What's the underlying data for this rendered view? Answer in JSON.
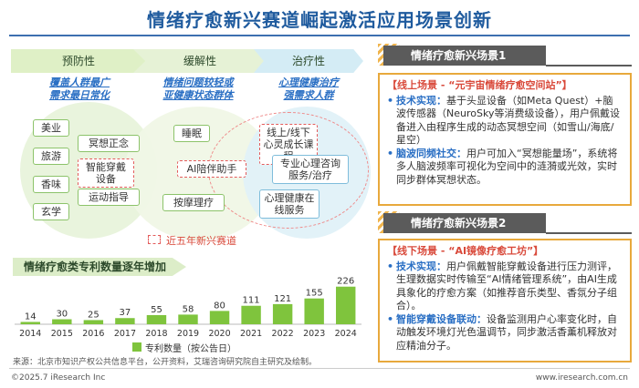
{
  "title": "情绪疗愈新兴赛道崛起激活应用场景创新",
  "stages": [
    {
      "name": "预防性",
      "subtitle": [
        "覆盖人群最广",
        "需求最日常化"
      ]
    },
    {
      "name": "缓解性",
      "subtitle": [
        "情绪问题较轻或",
        "亚健康状态群体"
      ]
    },
    {
      "name": "治疗性",
      "subtitle": [
        "心理健康治疗",
        "强需求人群"
      ]
    }
  ],
  "tags": {
    "meiye": "美业",
    "lvyou": "旅游",
    "xiangwei": "香味",
    "xuanxue": "玄学",
    "mingxiang": "冥想正念",
    "wearable": "智能穿戴设备",
    "sport": "运动指导",
    "sleep": "睡眠",
    "ai": "AI陪伴助手",
    "massage": "按摩理疗",
    "online_course": "线上/线下心灵成长课程",
    "consult": "专业心理咨询服务/治疗",
    "mental_online": "心理健康在线服务"
  },
  "legend_new_track": "近五年新兴赛道",
  "chart_banner": "情绪疗愈类专利数量逐年增加",
  "chart_data": {
    "type": "bar",
    "categories": [
      "2014",
      "2015",
      "2016",
      "2017",
      "2018",
      "2019",
      "2020",
      "2021",
      "2022",
      "2023",
      "2024"
    ],
    "values": [
      14,
      30,
      25,
      37,
      55,
      58,
      80,
      111,
      121,
      155,
      226
    ],
    "series_name": "专利数量（按公告日）",
    "ylim": [
      0,
      230
    ],
    "colors": {
      "bar": "#7fc43d",
      "label": "#333333"
    }
  },
  "source": "来源：北京市知识产权公共信息平台，公开资料，艾瑞咨询研究院自主研究及绘制。",
  "scene1": {
    "header": "情绪疗愈新兴场景1",
    "title": "【线上场景 - “元宇宙情绪疗愈空间站”】",
    "items": [
      {
        "label": "技术实现：",
        "text": "基于头显设备（如Meta Quest）+脑波传感器（NeuroSky等消费级设备），用户佩戴设备进入由程序生成的动态冥想空间（如雪山/海底/星空）"
      },
      {
        "label": "脑波同频社交：",
        "text": "用户可加入“冥想能量场”，系统将多人脑波频率可视化为空间中的涟漪或光效，实时同步群体冥想状态。"
      }
    ]
  },
  "scene2": {
    "header": "情绪疗愈新兴场景2",
    "title": "【线下场景 - “AI镜像疗愈工坊”】",
    "items": [
      {
        "label": "技术实现：",
        "text": "用户佩戴智能穿戴设备进行压力测评，生理数据实时传输至“AI情绪管理系统”，由AI生成具象化的疗愈方案（如推荐音乐类型、香氛分子组合）。"
      },
      {
        "label": "智能穿戴设备联动：",
        "text": "设备监测用户心率变化时，自动触发环境灯光色温调节，同步激活香薰机释放对应精油分子。"
      }
    ]
  },
  "footer_left": "©2025.7 iResearch Inc",
  "footer_right": "www.iresearch.com.cn"
}
